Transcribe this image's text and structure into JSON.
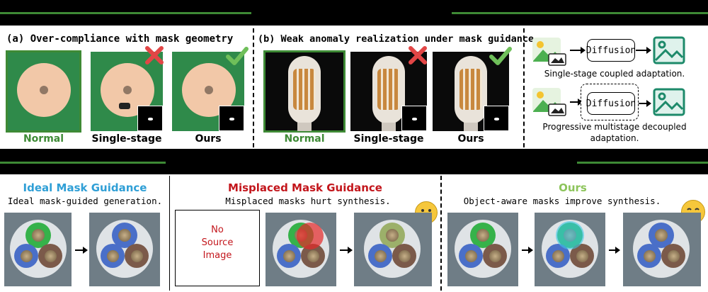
{
  "top": {
    "panel_a": {
      "title": "(a) Over-compliance with mask geometry",
      "captions": [
        "Normal",
        "Single-stage",
        "Ours"
      ]
    },
    "panel_b": {
      "title": "(b) Weak anomaly realization under mask guidance",
      "captions": [
        "Normal",
        "Single-stage",
        "Ours"
      ]
    },
    "right": {
      "box1": "Diffusion",
      "caption1": "Single-stage coupled adaptation.",
      "box2": "Diffusion",
      "caption2_line1": "Progressive multistage decoupled",
      "caption2_line2": "adaptation."
    }
  },
  "bottom": {
    "ideal": {
      "title": "Ideal Mask Guidance",
      "subtitle": "Ideal mask-guided generation."
    },
    "misplaced": {
      "title": "Misplaced Mask Guidance",
      "subtitle": "Misplaced masks hurt synthesis.",
      "placeholder_line1": "No",
      "placeholder_line2": "Source",
      "placeholder_line3": "Image"
    },
    "ours": {
      "title": "Ours",
      "subtitle": "Object-aware masks improve synthesis."
    }
  },
  "colors": {
    "green": "#3e8a35",
    "blue": "#2f9fd6",
    "red": "#c3161c",
    "light_green": "#8cc45a",
    "cross": "#e24646",
    "check": "#6fbf5a"
  },
  "icons": {
    "cross": "cross-icon",
    "check": "check-icon",
    "image": "image-icon",
    "sad": "sad-face-icon",
    "happy": "happy-face-icon"
  }
}
